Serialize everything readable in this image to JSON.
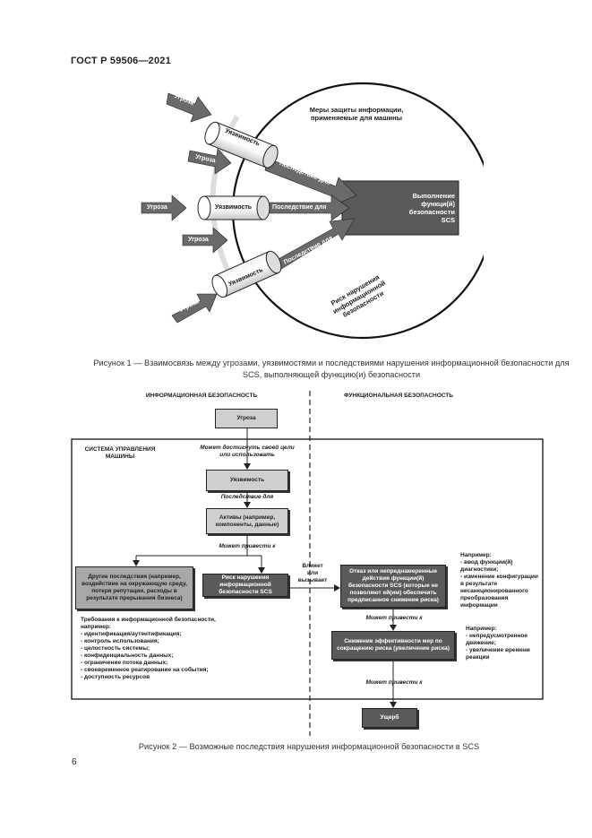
{
  "header": "ГОСТ Р 59506—2021",
  "page_number": "6",
  "figure1": {
    "caption": "Рисунок 1 — Взаимосвязь между угрозами, уязвимостями и последствиями нарушения информационной безопасности для SCS, выполняющей функцию(и) безопасности",
    "measures_label": "Меры защиты информации, применяемые для машины",
    "function_label": "Выполнение функци(й) безопасности SCS",
    "risk_label": "Риск нарушения информационной безопасности",
    "threat": "Угроза",
    "vulnerability": "Уязвимость",
    "consequence": "Последствие для"
  },
  "figure2": {
    "caption": "Рисунок 2 — Возможные последствия нарушения информационной безопасности в SCS",
    "left_heading": "ИНФОРМАЦИОННАЯ БЕЗОПАСНОСТЬ",
    "right_heading": "ФУНКЦИОНАЛЬНАЯ БЕЗОПАСНОСТЬ",
    "system_label": "СИСТЕМА УПРАВЛЕНИЯ МАШИНЫ",
    "threat": "Угроза",
    "may_reach": "Может достигнуть своей цели или использовать",
    "vulnerability": "Уязвимость",
    "consequence_for": "Последствие для",
    "assets": "Активы (например, компоненты, данные)",
    "may_lead_1": "Может привести к",
    "other_consequences": "Другие последствия (например, воздействие на окружающую среду, потеря репутации, расходы в результате прерывания бизнеса)",
    "risk_box": "Риск нарушения информационной безопасности SCS",
    "influences": "Влияет или вызывает",
    "unintended": "Отказ или непреднамеренные действия функции(й) безопасности SCS (которые не позволяют ей(им) обеспечить предписанное снижение риска)",
    "example1_title": "Например:",
    "example1_items": [
      "- ввод функции(й) диагностики;",
      "- изменение конфигурации в результате несанкционированного преобразования информации"
    ],
    "may_lead_2": "Может привести к",
    "reduction": "Снижение эффективности мер по сокращению риска (увеличение риска)",
    "example2_title": "Например:",
    "example2_items": [
      "- непредусмотренное движение;",
      "- увеличение времени реакции"
    ],
    "may_lead_3": "Может привести к",
    "harm": "Ущерб",
    "requirements_title": "Требования к информационной безопасности, например:",
    "requirements": [
      "- идентификация/аутентификация;",
      "- контроль использования;",
      "- целостность системы;",
      "- конфиденциальность данных;",
      "- ограничение потока данных;",
      "- своевременное реагирование на события;",
      "- доступность ресурсов"
    ]
  }
}
